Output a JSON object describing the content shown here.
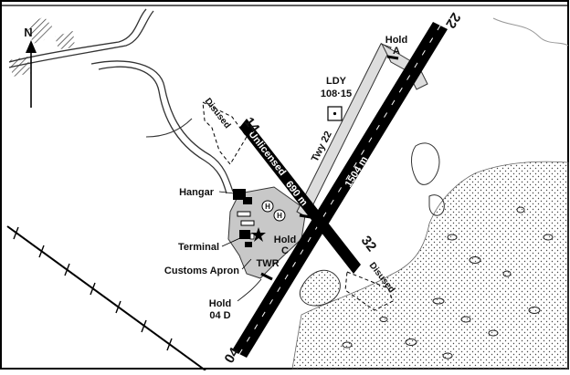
{
  "north": {
    "label": "N"
  },
  "runways": {
    "r04_22": {
      "end_a": "04",
      "end_b": "22",
      "length": "1504 m"
    },
    "r14_32": {
      "end_a": "14",
      "end_b": "32",
      "length": "690 m",
      "status": "Unlicensed"
    }
  },
  "navaid": {
    "ident": "LDY",
    "freq": "108·15"
  },
  "taxiway": {
    "label": "Twy 22"
  },
  "holds": {
    "a": "Hold\nA",
    "c": "Hold\nC",
    "d": "Hold\n04 D"
  },
  "labels": {
    "disused_nw": "Disused",
    "disused_se": "Disused",
    "hangar": "Hangar",
    "terminal": "Terminal",
    "customs_apron": "Customs Apron",
    "twr": "TWR",
    "heli": "H"
  },
  "colors": {
    "runway": "#000000",
    "apron": "#c8c8c8",
    "water_stipple": "#555555"
  }
}
